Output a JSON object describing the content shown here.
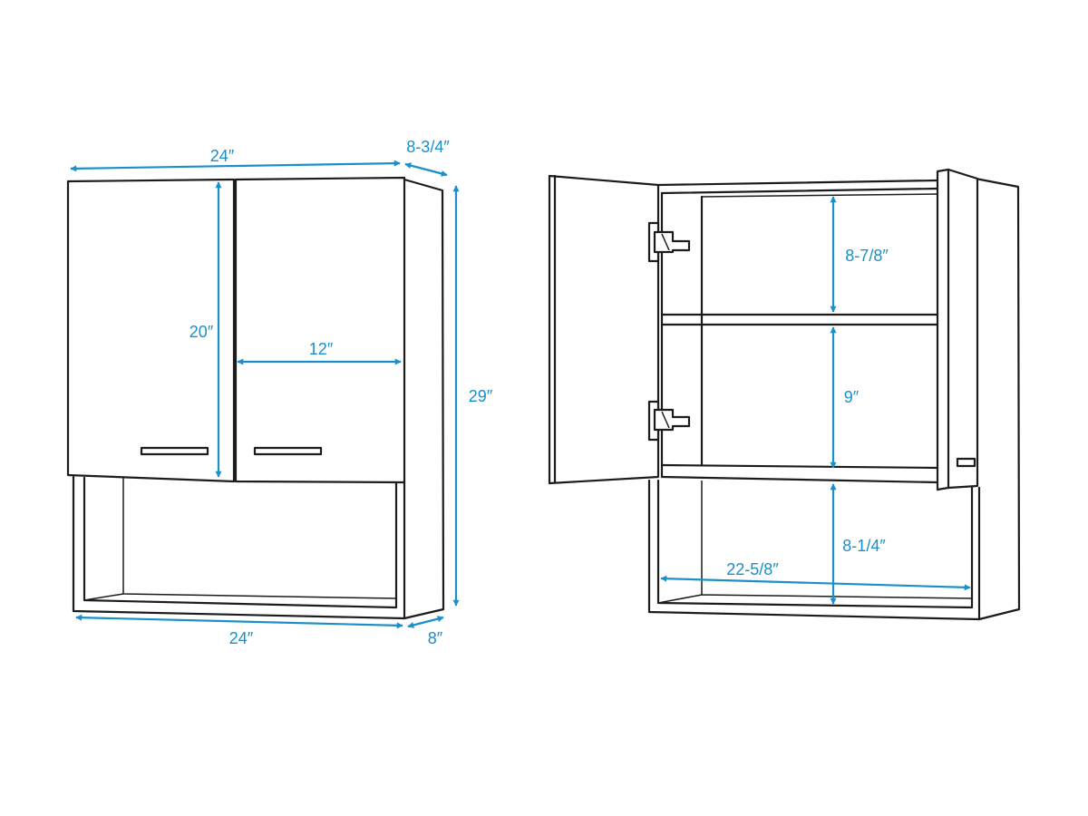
{
  "colors": {
    "dimension": "#1a8fc9",
    "outline": "#1c1c1c",
    "background": "#ffffff"
  },
  "front_view": {
    "overall_width_top": "24″",
    "depth_top": "8-3/4″",
    "door_height": "20″",
    "door_width": "12″",
    "overall_height": "29″",
    "overall_width_bottom": "24″",
    "depth_bottom": "8″"
  },
  "open_view": {
    "upper_shelf_height": "8-7/8″",
    "middle_shelf_height": "9″",
    "open_shelf_height": "8-1/4″",
    "interior_width": "22-5/8″"
  }
}
